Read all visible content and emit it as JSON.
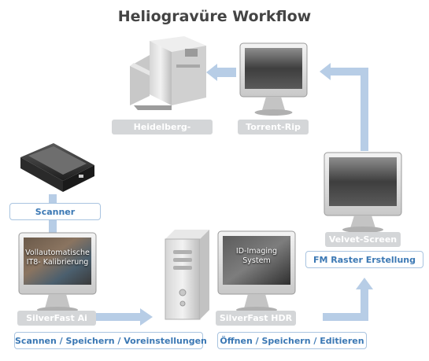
{
  "title": "Heliogravüre Workflow",
  "devices": {
    "heidelberg": {
      "label": "Heidelberg-Belichter"
    },
    "torrent": {
      "label": "Torrent-Rip"
    },
    "scanner": {
      "label": "Scanner"
    },
    "silverfast_ai": {
      "label": "SilverFast Ai",
      "screen_line1": "Vollautomatische",
      "screen_line2": "IT8- Kalibrierung"
    },
    "silverfast_hdr": {
      "label": "SilverFast HDR",
      "screen_line1": "ID-Imaging",
      "screen_line2": "System"
    },
    "velvet": {
      "label": "Velvet-Screen"
    }
  },
  "steps": {
    "scan": "Scannen / Speichern / Voreinstellungen",
    "open": "Öffnen / Speichern / Editieren",
    "fm": "FM Raster Erstellung"
  },
  "colors": {
    "arrow": "#b7cde6",
    "label_gray": "#d4d6d8",
    "label_blue_text": "#3b78b4",
    "label_blue_border": "#a9c4e0",
    "title": "#444444"
  }
}
